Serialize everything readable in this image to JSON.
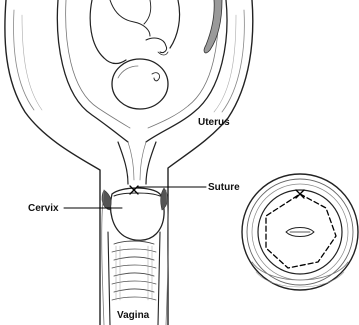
{
  "labels": {
    "uterus": "Uterus",
    "cervix": "Cervix",
    "suture": "Suture",
    "vagina": "Vagina"
  }
}
